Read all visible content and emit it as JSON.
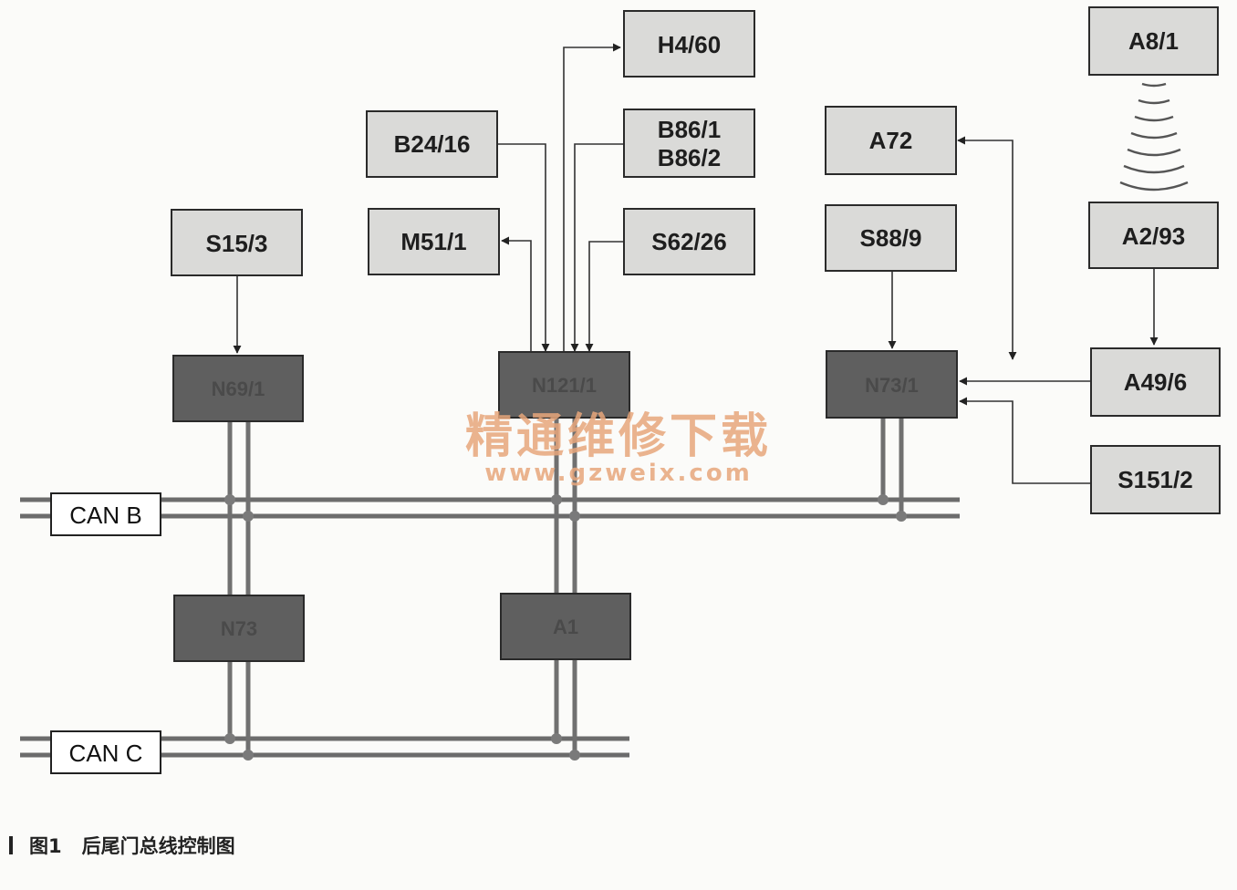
{
  "components": {
    "s15_3": "S15/3",
    "m51_1": "M51/1",
    "b24_16": "B24/16",
    "h4_60": "H4/60",
    "b86_1": "B86/1",
    "b86_2": "B86/2",
    "s62_26": "S62/26",
    "a72": "A72",
    "s88_9": "S88/9",
    "a8_1": "A8/1",
    "a2_93": "A2/93",
    "a49_6": "A49/6",
    "s151_2": "S151/2",
    "n69_1": "N69/1",
    "n121_1": "N121/1",
    "n73_1": "N73/1",
    "n73": "N73",
    "a1": "A1"
  },
  "buses": {
    "can_b": "CAN B",
    "can_c": "CAN C"
  },
  "watermark": {
    "title": "精通维修下载",
    "url": "www.gzweix.com"
  },
  "caption": {
    "figure": "图1",
    "text": "后尾门总线控制图"
  },
  "colors": {
    "light_box": "#dadad8",
    "dark_box": "#5f5f5f",
    "bus_line": "#6c6c6c",
    "watermark": "#e8a77c"
  }
}
